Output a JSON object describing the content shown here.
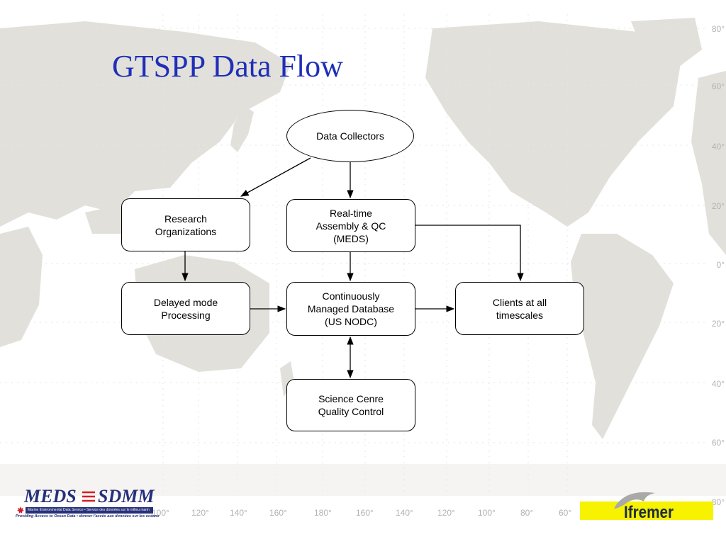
{
  "title": "GTSPP Data Flow",
  "nodes": {
    "data_collectors": "Data Collectors",
    "research_organizations": "Research\nOrganizations",
    "realtime_assembly": "Real-time\nAssembly & QC\n(MEDS)",
    "delayed_mode": "Delayed mode\nProcessing",
    "continuously_managed": "Continuously\nManaged Database\n(US NODC)",
    "clients": "Clients at all\ntimescales",
    "science_centre": "Science Cenre\nQuality Control"
  },
  "map_labels": {
    "longitudes": [
      "100°",
      "120°",
      "140°",
      "160°",
      "180°",
      "160°",
      "140°",
      "120°",
      "100°",
      "80°",
      "60°"
    ],
    "latitudes": [
      "80°",
      "60°",
      "40°",
      "20°",
      "0°",
      "20°",
      "40°",
      "60°",
      "80°"
    ]
  },
  "logos": {
    "meds_left": "MEDS",
    "meds_right": "SDMM",
    "meds_band": "Marine Environmental Data Service • Service des données sur le milieu marin",
    "meds_tagline": "Providing Access to Ocean Data • donner l'accès aux données sur les océans",
    "ifremer": "Ifremer"
  },
  "colors": {
    "title": "#1f2fb8",
    "map_land": "#dcdad4",
    "meds_blue": "#26307a",
    "ifremer_yellow": "#f7f200"
  }
}
